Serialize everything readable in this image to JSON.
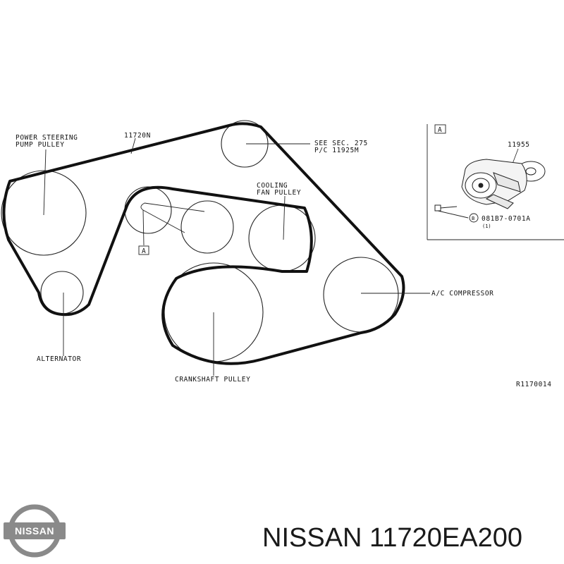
{
  "diagram": {
    "labels": {
      "power_steering_line1": "POWER STEERING",
      "power_steering_line2": "PUMP PULLEY",
      "belt_part": "11720N",
      "see_sec_line1": "SEE SEC. 275",
      "see_sec_line2": "P/C 11925M",
      "cooling_line1": "COOLING",
      "cooling_line2": "FAN PULLEY",
      "ref_a": "A",
      "ac_compressor": "A/C COMPRESSOR",
      "alternator": "ALTERNATOR",
      "crankshaft": "CRANKSHAFT PULLEY",
      "figure_code": "R1170014"
    },
    "detail": {
      "ref_a": "A",
      "tensioner_part": "11955",
      "bolt_marker": "B",
      "bolt_part": "081B7-0701A",
      "bolt_qty": "(1)"
    }
  },
  "brand": {
    "logo_text": "NISSAN",
    "caption": "NISSAN 11720EA200"
  }
}
